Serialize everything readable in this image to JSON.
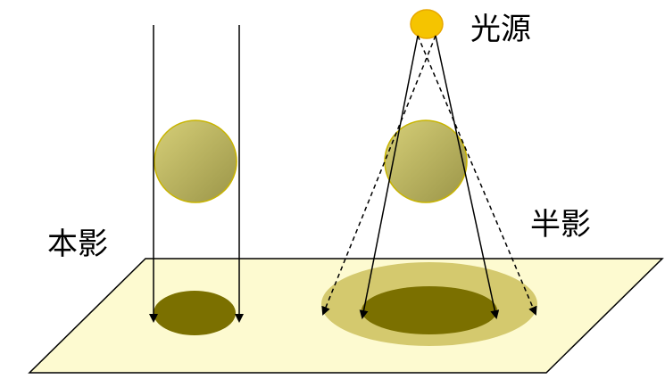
{
  "labels": {
    "light_source": "光源",
    "umbra": "本影",
    "penumbra": "半影"
  },
  "colors": {
    "background": "#ffffff",
    "floor": "#fdfad0",
    "floor_stroke": "#000000",
    "sphere_light": "#d6cf78",
    "sphere_dark": "#9b9548",
    "sphere_stroke": "#c8b400",
    "light_fill": "#f5c400",
    "light_stroke": "#e8a800",
    "umbra_fill": "#7b7000",
    "penumbra_fill": "#d4c96e",
    "ray": "#000000"
  }
}
